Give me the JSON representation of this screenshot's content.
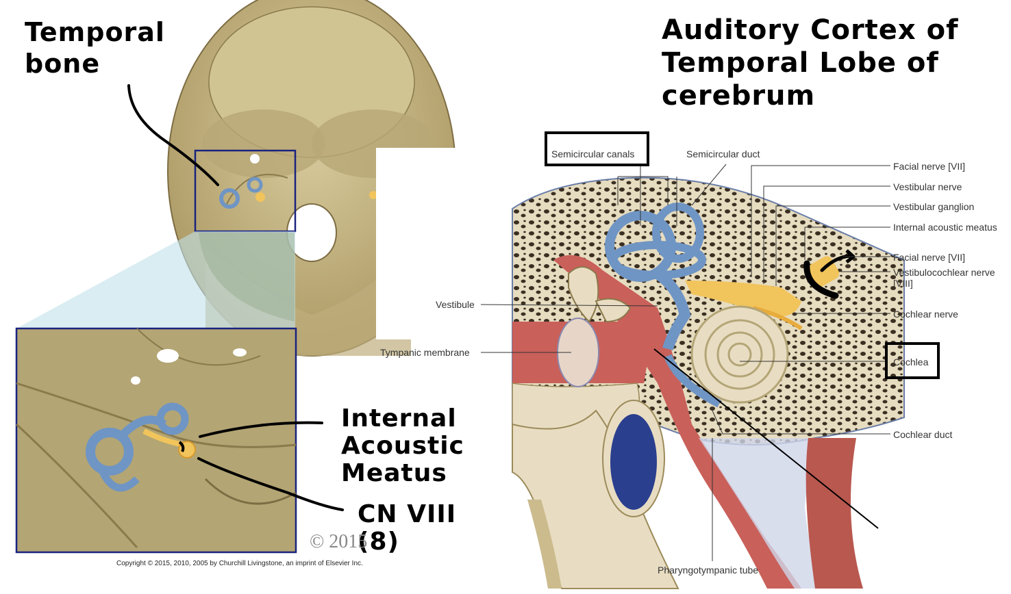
{
  "left_panel": {
    "annotation_temporal_bone": "Temporal\nbone",
    "annotation_internal_acoustic_meatus": "Internal\nAcoustic\nMeatus",
    "annotation_cn_viii": "CN VIII\n(8)",
    "stamp": "© 2015",
    "copyright": "Copyright © 2015, 2010, 2005 by Churchill Livingstone, an imprint of Elsevier Inc."
  },
  "right_panel": {
    "annotation_title": "Auditory Cortex of\nTemporal Lobe of\ncerebrum",
    "labels": {
      "semicircular_canals": "Semicircular canals",
      "semicircular_duct": "Semicircular duct",
      "facial_nerve_1": "Facial nerve [VII]",
      "vestibular_nerve": "Vestibular nerve",
      "vestibular_ganglion": "Vestibular ganglion",
      "internal_acoustic_meatus": "Internal acoustic meatus",
      "facial_nerve_2": "Facial nerve [VII]",
      "vestibulocochlear_nerve": "Vestibulocochlear nerve\n[VIII]",
      "cochlear_nerve": "Cochlear nerve",
      "cochlea": "Cochlea",
      "cochlear_duct": "Cochlear duct",
      "vestibule": "Vestibule",
      "tympanic_membrane": "Tympanic membrane",
      "pharyngotympanic_tube": "Pharyngotympanic tube"
    }
  },
  "colors": {
    "bone": "#c9b98a",
    "bone_dark": "#8f7f50",
    "canal_blue": "#6f95c4",
    "nerve_yellow": "#f1c45c",
    "tissue_red": "#c9605a",
    "vessel_blue": "#2b3f8f"
  }
}
